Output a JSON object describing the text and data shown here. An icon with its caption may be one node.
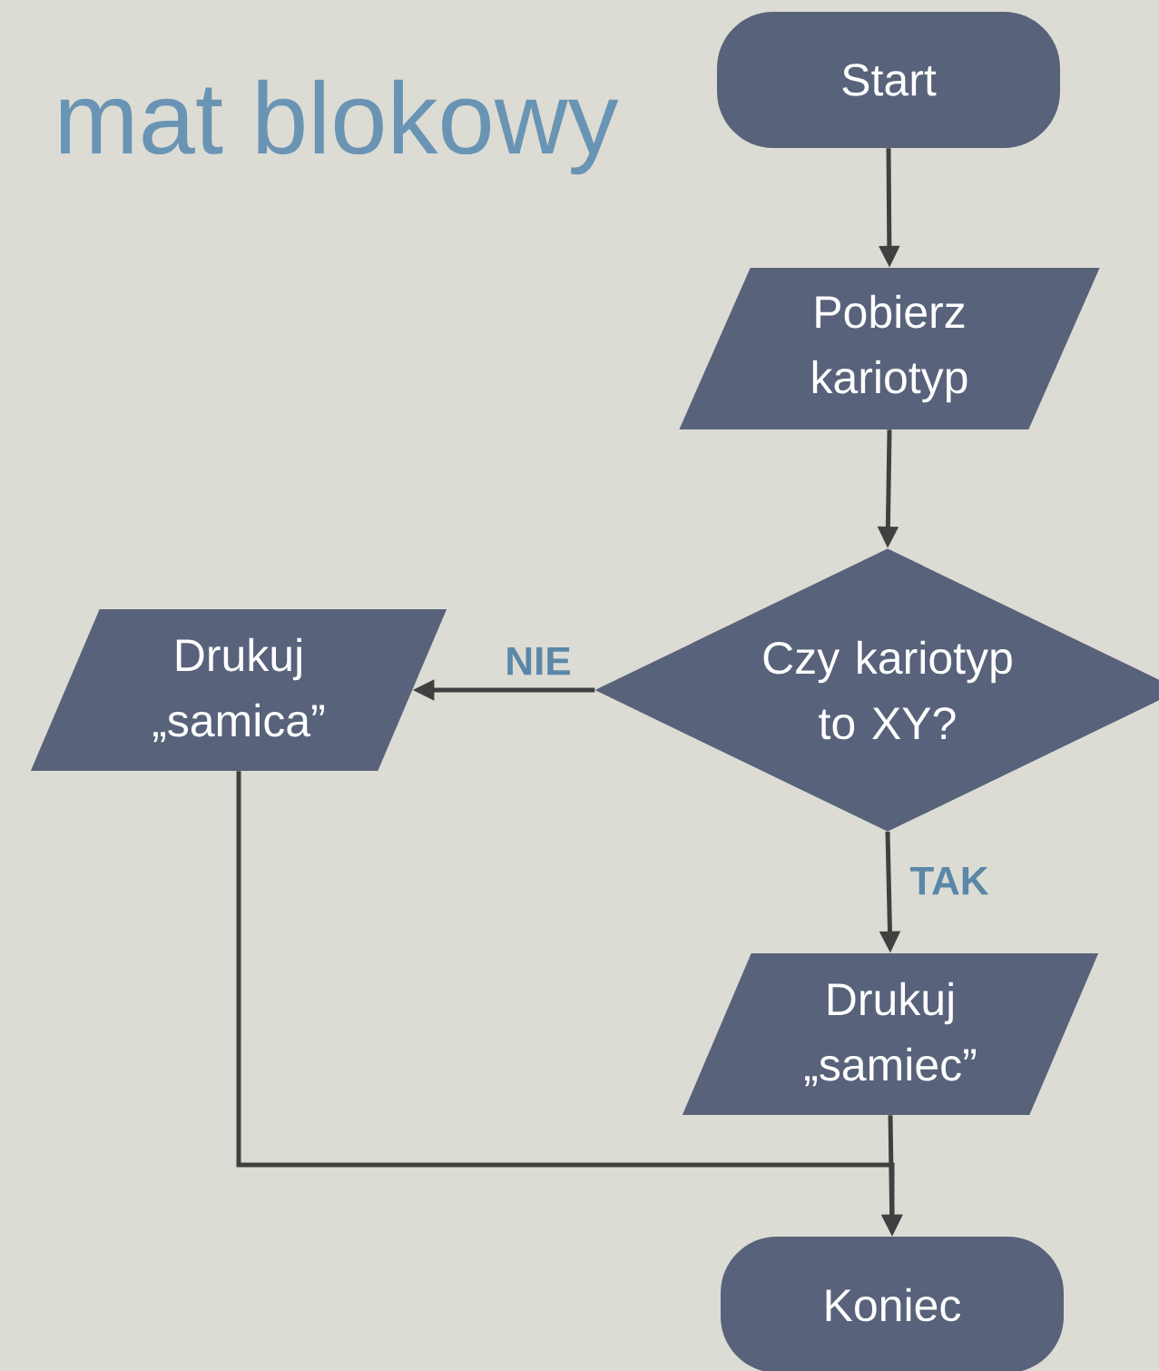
{
  "diagram": {
    "title": "mat blokowy",
    "nodes": [
      {
        "text": [
          "Start"
        ]
      },
      {
        "text": [
          "Pobierz kariotyp"
        ]
      },
      {
        "text": [
          "Czy kariotyp to XY?"
        ]
      },
      {
        "text": [
          "Drukuj „samica”"
        ]
      },
      {
        "text": [
          "Drukuj „samiec”"
        ]
      },
      {
        "text": [
          "Koniec"
        ]
      }
    ],
    "edges": [
      {
        "from": 0,
        "to": 1,
        "arrow": "to"
      },
      {
        "from": 1,
        "to": 2,
        "arrow": "to"
      },
      {
        "from": 2,
        "to": 3,
        "arrow": "to",
        "label": "NIE"
      },
      {
        "from": 2,
        "to": 4,
        "arrow": "to",
        "label": "TAK"
      },
      {
        "from": 3,
        "to": 5,
        "arrow": "to"
      },
      {
        "from": 4,
        "to": 5,
        "arrow": "to"
      }
    ]
  }
}
